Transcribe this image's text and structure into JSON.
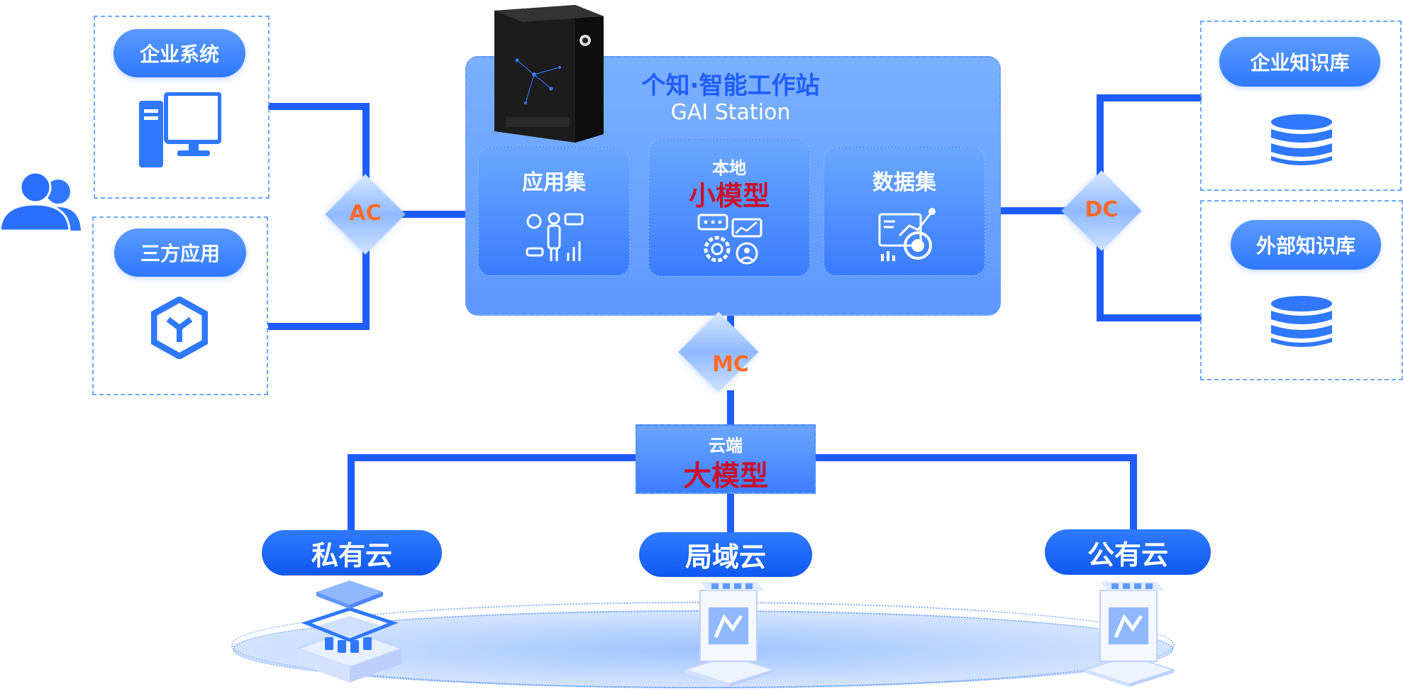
{
  "left": {
    "enterprise_system_label": "企业系统",
    "third_party_label": "三方应用"
  },
  "center": {
    "station_title": "个知·智能工作站",
    "station_subtitle": "GAI Station",
    "app_set_label": "应用集",
    "local_label": "本地",
    "small_model_label": "小模型",
    "data_set_label": "数据集"
  },
  "connectors": {
    "ac": "AC",
    "dc": "DC",
    "mc": "MC"
  },
  "right": {
    "enterprise_kb_label": "企业知识库",
    "external_kb_label": "外部知识库"
  },
  "cloud": {
    "cloud_label": "云端",
    "large_model_label": "大模型",
    "private_cloud": "私有云",
    "local_cloud": "局域云",
    "public_cloud": "公有云"
  },
  "colors": {
    "line": "#1f5cff",
    "accent": "#3a7cff",
    "connector_text": "#ff6a2a",
    "model_text": "#c8102e"
  },
  "icons": {
    "users": "users-icon",
    "desktop": "desktop-computer-icon",
    "app_hex": "hexagon-app-icon",
    "database": "database-icon",
    "server": "server-icon"
  }
}
